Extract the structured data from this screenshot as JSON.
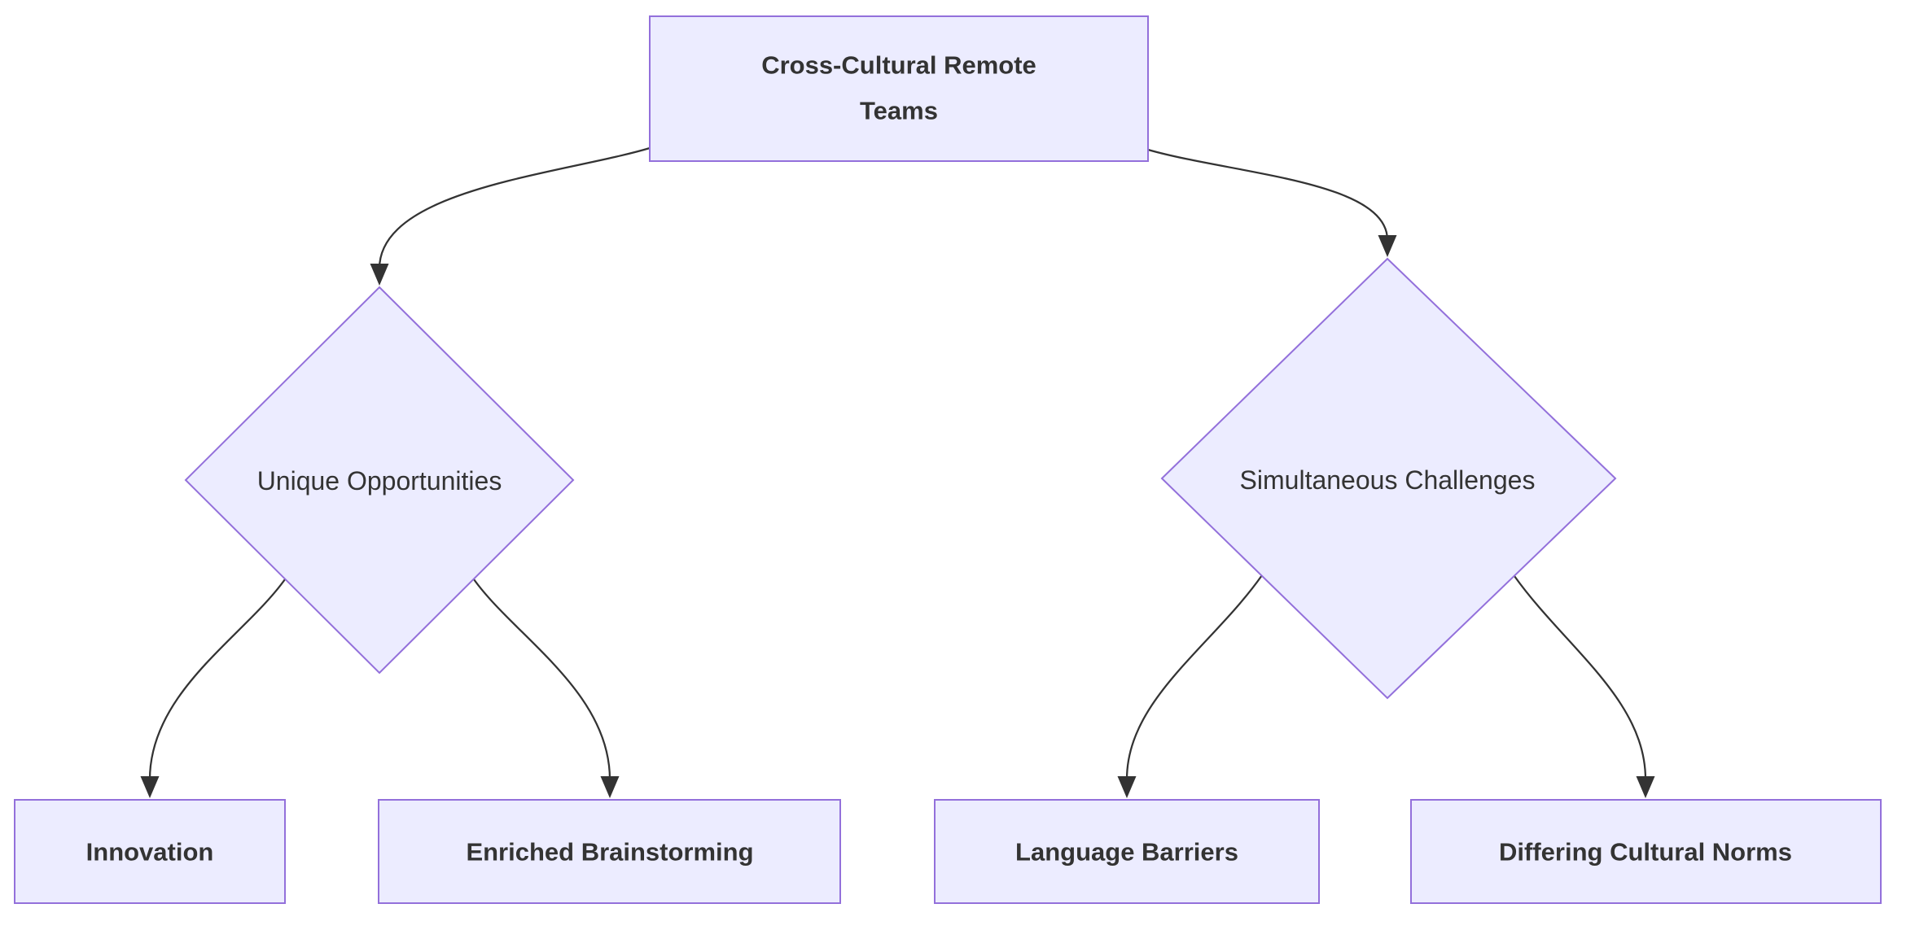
{
  "diagram": {
    "type": "flowchart",
    "direction": "top-down",
    "colors": {
      "background": "#ffffff",
      "node_fill": "#ECECFF",
      "node_border": "#9370DB",
      "text_color": "#333333",
      "edge_color": "#333333"
    },
    "nodes": {
      "root": {
        "label": "Cross-Cultural Remote Teams",
        "lines": [
          "Cross-Cultural Remote",
          "Teams"
        ],
        "shape": "rectangle"
      },
      "opportunities": {
        "label": "Unique Opportunities",
        "shape": "diamond"
      },
      "challenges": {
        "label": "Simultaneous Challenges",
        "shape": "diamond"
      },
      "innovation": {
        "label": "Innovation",
        "shape": "rectangle"
      },
      "brainstorming": {
        "label": "Enriched Brainstorming",
        "shape": "rectangle"
      },
      "language": {
        "label": "Language Barriers",
        "shape": "rectangle"
      },
      "norms": {
        "label": "Differing Cultural Norms",
        "shape": "rectangle"
      }
    },
    "edges": [
      {
        "from": "Cross-Cultural Remote Teams",
        "to": "Unique Opportunities",
        "arrow": true
      },
      {
        "from": "Cross-Cultural Remote Teams",
        "to": "Simultaneous Challenges",
        "arrow": true
      },
      {
        "from": "Unique Opportunities",
        "to": "Innovation",
        "arrow": true
      },
      {
        "from": "Unique Opportunities",
        "to": "Enriched Brainstorming",
        "arrow": true
      },
      {
        "from": "Simultaneous Challenges",
        "to": "Language Barriers",
        "arrow": true
      },
      {
        "from": "Simultaneous Challenges",
        "to": "Differing Cultural Norms",
        "arrow": true
      }
    ]
  }
}
